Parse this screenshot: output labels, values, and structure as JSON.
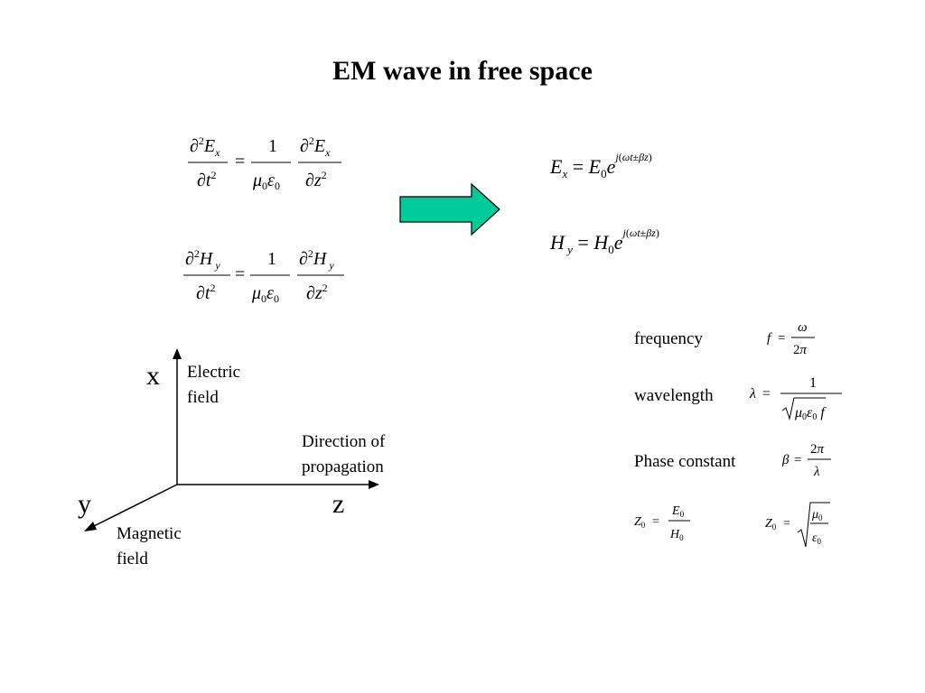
{
  "title": "EM wave in free space",
  "arrow_color": "#00cc99",
  "wave_equations": {
    "ex_eq": {
      "lhs_num": "∂²Eₓ",
      "lhs_den": "∂t²",
      "mid_num": "1",
      "mid_den": "μ₀ε₀",
      "rhs_num": "∂²Eₓ",
      "rhs_den": "∂z²"
    },
    "hy_eq": {
      "lhs_num": "∂²H_y",
      "lhs_den": "∂t²",
      "mid_num": "1",
      "mid_den": "μ₀ε₀",
      "rhs_num": "∂²H_y",
      "rhs_den": "∂z²"
    }
  },
  "solutions": {
    "ex": "Ex = E0 e^{j(ωt±βz)}",
    "hy": "Hy = H0 e^{j(ωt±βz)}"
  },
  "axes": {
    "x_label": "x",
    "y_label": "y",
    "z_label": "z",
    "electric_field": "Electric field",
    "direction": "Direction of propagation",
    "magnetic_field": "Magnetic field"
  },
  "relations": {
    "frequency_label": "frequency",
    "frequency_formula": "f = ω / 2π",
    "wavelength_label": "wavelength",
    "wavelength_formula": "λ = 1 / (√(μ0ε0) f)",
    "phase_label": "Phase constant",
    "phase_formula": "β = 2π / λ",
    "impedance_formula_1": "Z0 = E0 / H0",
    "impedance_formula_2": "Z0 = √(μ0/ε0)"
  }
}
